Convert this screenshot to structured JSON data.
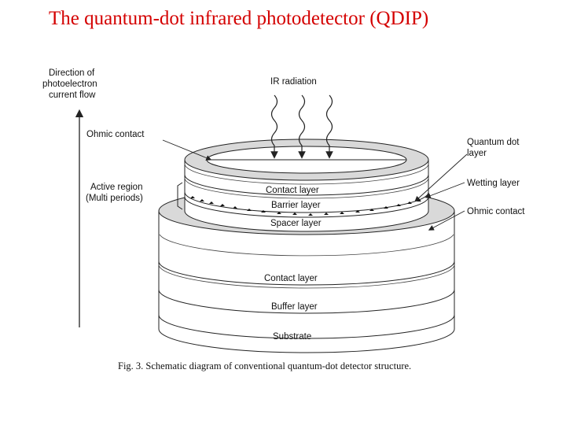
{
  "slide": {
    "title": "The quantum-dot infrared photodetector (QDIP)"
  },
  "labels": {
    "direction": [
      "Direction of",
      "photoelectron",
      "current flow"
    ],
    "ir_radiation": "IR radiation",
    "ohmic_contact_top": "Ohmic contact",
    "active_region": [
      "Active region",
      "(Multi periods)"
    ],
    "quantum_dot_layer": [
      "Quantum dot",
      "layer"
    ],
    "wetting_layer": "Wetting layer",
    "ohmic_contact_right": "Ohmic contact",
    "contact_layer_top": "Contact layer",
    "barrier_layer": "Barrier layer",
    "spacer_layer": "Spacer layer",
    "contact_layer_bottom": "Contact layer",
    "buffer_layer": "Buffer layer",
    "substrate": "Substrate"
  },
  "caption": "Fig. 3.  Schematic diagram of conventional quantum-dot detector structure.",
  "colors": {
    "title": "#d40000",
    "ring": "#d9d9d9",
    "ink": "#222222"
  }
}
